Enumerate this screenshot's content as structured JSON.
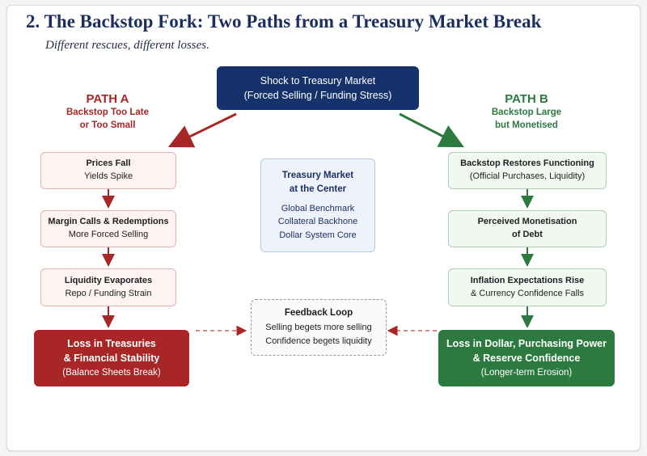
{
  "header": {
    "title": "2. The Backstop Fork: Two Paths from a Treasury Market Break",
    "subtitle": "Different rescues, different losses."
  },
  "shock": {
    "line1": "Shock to Treasury Market",
    "line2": "(Forced Selling / Funding Stress)"
  },
  "path_a": {
    "heading": "PATH A",
    "sub1": "Backstop Too Late",
    "sub2": "or Too Small",
    "steps": [
      {
        "line1": "Prices Fall",
        "line2": "Yields Spike"
      },
      {
        "line1": "Margin Calls & Redemptions",
        "line2": "More Forced Selling"
      },
      {
        "line1": "Liquidity Evaporates",
        "line2": "Repo / Funding Strain"
      }
    ],
    "outcome": {
      "line1": "Loss in Treasuries",
      "line2": "& Financial Stability",
      "line3": "(Balance Sheets Break)"
    }
  },
  "path_b": {
    "heading": "PATH B",
    "sub1": "Backstop Large",
    "sub2": "but Monetised",
    "steps": [
      {
        "line1": "Backstop Restores Functioning",
        "line2": "(Official Purchases, Liquidity)"
      },
      {
        "line1": "Perceived Monetisation",
        "line2": "of Debt"
      },
      {
        "line1": "Inflation Expectations Rise",
        "line2": "& Currency Confidence Falls"
      }
    ],
    "outcome": {
      "line1": "Loss in Dollar, Purchasing Power",
      "line2": "& Reserve Confidence",
      "line3": "(Longer-term Erosion)"
    }
  },
  "center": {
    "title1": "Treasury Market",
    "title2": "at the Center",
    "items": [
      "Global Benchmark",
      "Collateral Backhone",
      "Dollar System Core"
    ]
  },
  "feedback": {
    "title": "Feedback Loop",
    "line1": "Selling begets more selling",
    "line2": "Confidence begets liquidity"
  },
  "colors": {
    "navy": "#15336a",
    "red": "#a82626",
    "green": "#2c7a3f"
  }
}
